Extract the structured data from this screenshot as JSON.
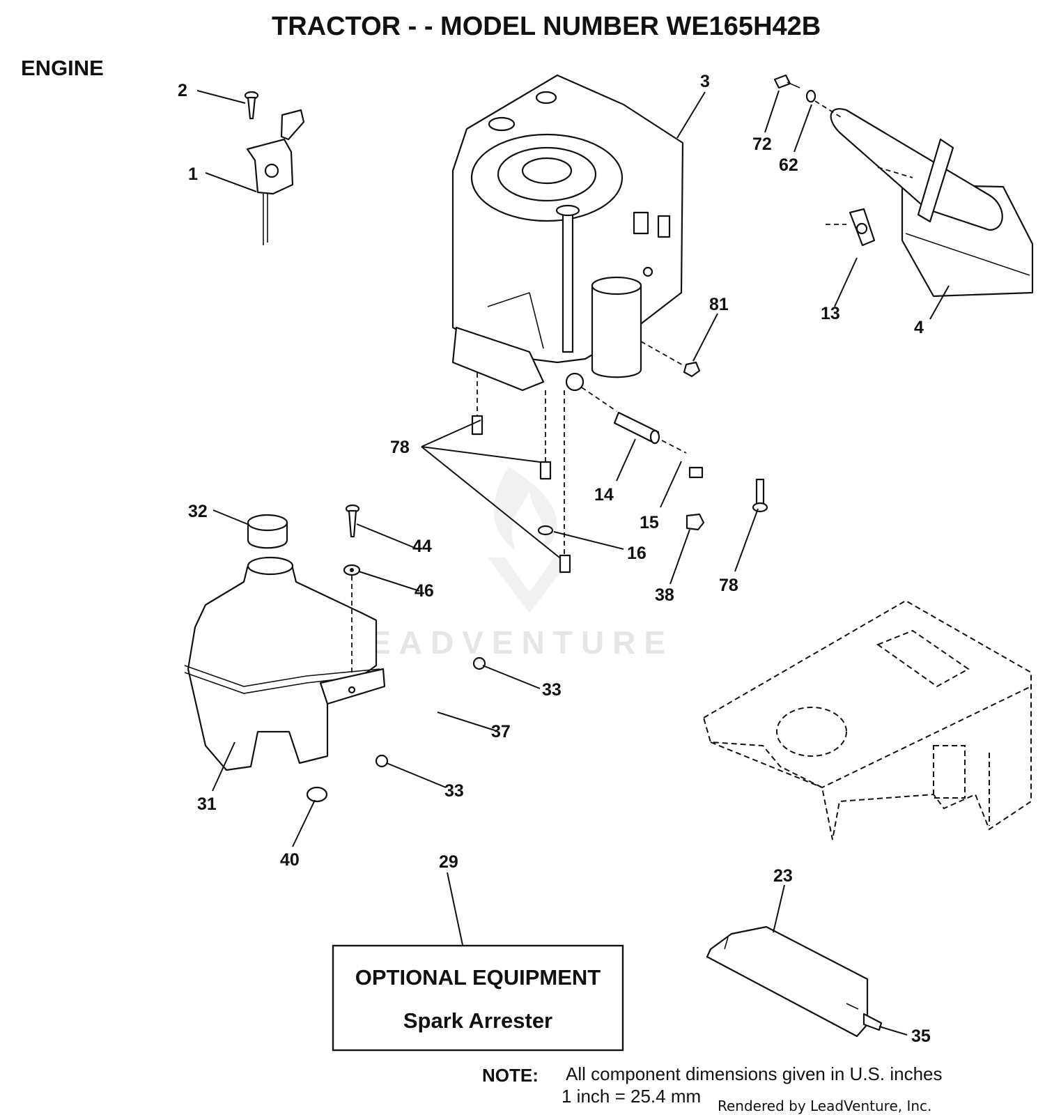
{
  "page": {
    "title": "TRACTOR - - MODEL NUMBER WE165H42B",
    "section": "ENGINE",
    "watermark": "LEADVENTURE"
  },
  "optional_box": {
    "line1": "OPTIONAL EQUIPMENT",
    "line2": "Spark Arrester"
  },
  "note": {
    "label": "NOTE:",
    "line1": "All component dimensions given in U.S. inches",
    "line2": "1 inch = 25.4 mm"
  },
  "credit": "Rendered by LeadVenture, Inc.",
  "callouts": {
    "c1": "1",
    "c2": "2",
    "c3": "3",
    "c4": "4",
    "c13": "13",
    "c14": "14",
    "c15": "15",
    "c16": "16",
    "c23": "23",
    "c29": "29",
    "c31": "31",
    "c32": "32",
    "c33a": "33",
    "c33b": "33",
    "c35": "35",
    "c37": "37",
    "c38": "38",
    "c40": "40",
    "c44": "44",
    "c46": "46",
    "c62": "62",
    "c72": "72",
    "c78a": "78",
    "c78b": "78",
    "c81": "81"
  }
}
